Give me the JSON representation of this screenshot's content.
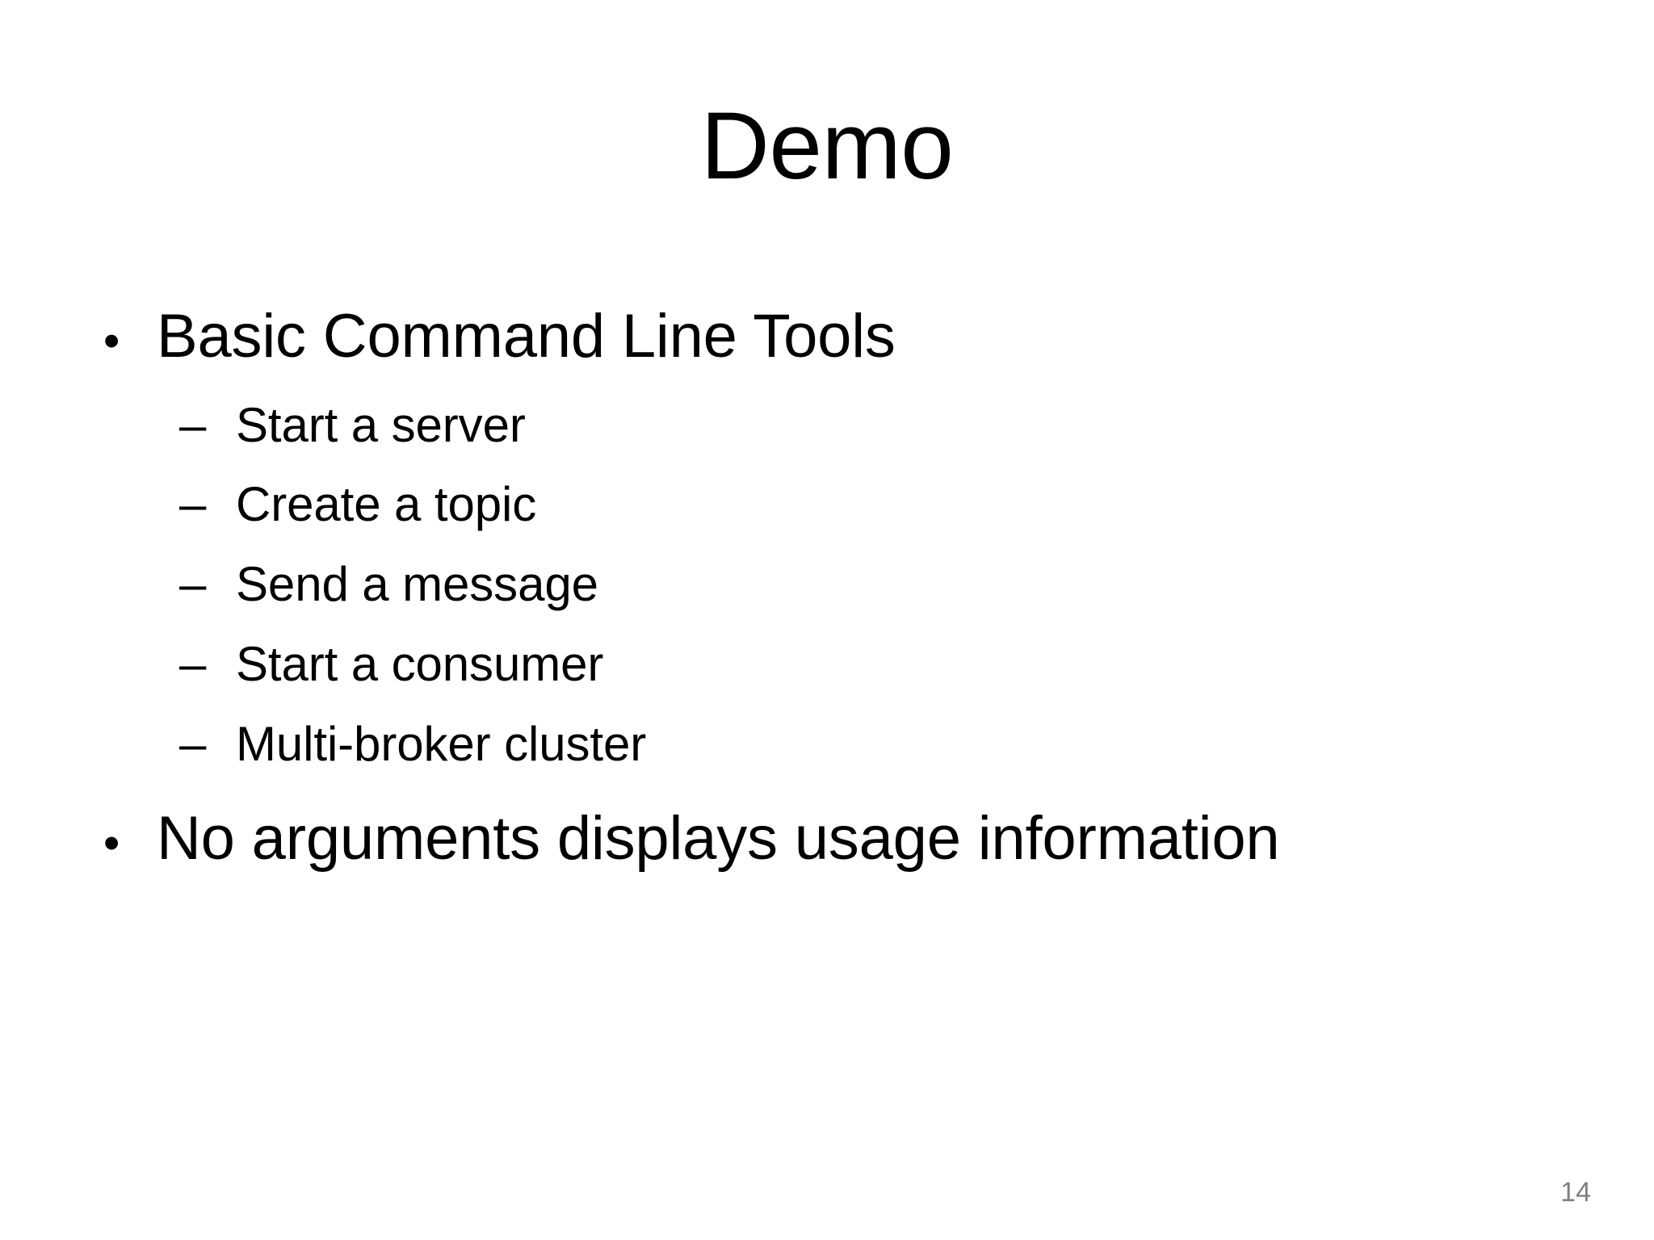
{
  "slide": {
    "title": "Demo",
    "background_color": "#ffffff",
    "text_color": "#000000",
    "page_number": "14",
    "page_number_color": "#808080",
    "bullets": [
      {
        "level": 1,
        "marker": "•",
        "label": "Basic Command Line Tools"
      },
      {
        "level": 2,
        "marker": "–",
        "label": "Start a server"
      },
      {
        "level": 2,
        "marker": "–",
        "label": "Create a topic"
      },
      {
        "level": 2,
        "marker": "–",
        "label": "Send a message"
      },
      {
        "level": 2,
        "marker": "–",
        "label": "Start a consumer"
      },
      {
        "level": 2,
        "marker": "–",
        "label": "Multi-broker cluster"
      },
      {
        "level": 1,
        "marker": "•",
        "label": "No arguments displays usage information"
      }
    ]
  }
}
